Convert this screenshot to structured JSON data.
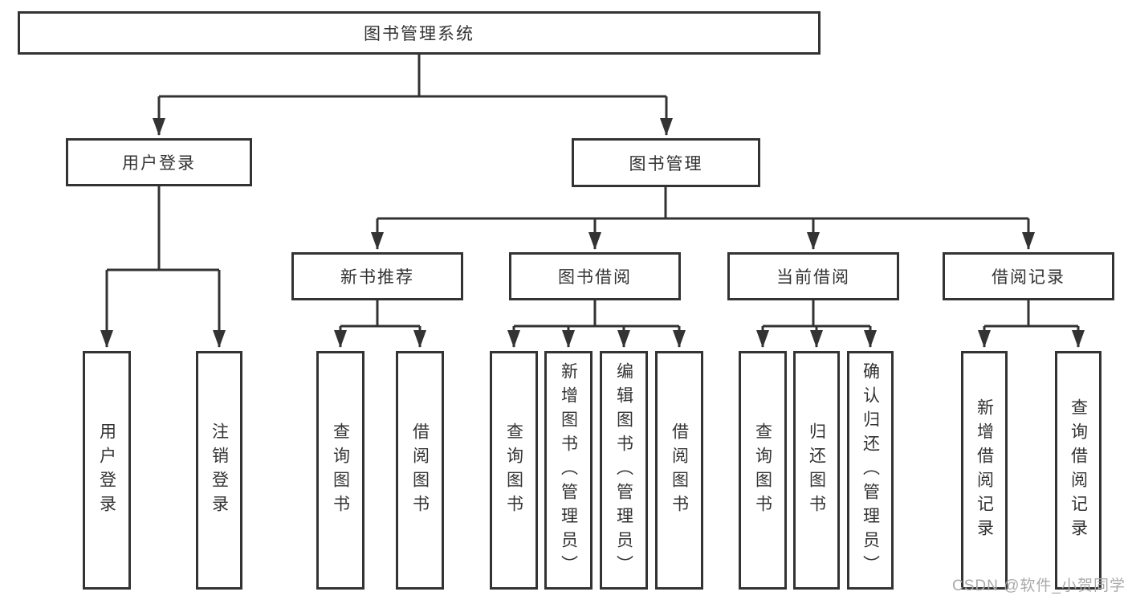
{
  "diagram": {
    "type": "tree",
    "tree": {
      "root": {
        "label": "图书管理系统"
      },
      "branches": [
        {
          "label": "用户登录",
          "children": [
            {
              "label": "用户登录"
            },
            {
              "label": "注销登录"
            }
          ]
        },
        {
          "label": "图书管理",
          "children": [
            {
              "label": "新书推荐",
              "children": [
                {
                  "label": "查询图书"
                },
                {
                  "label": "借阅图书"
                }
              ]
            },
            {
              "label": "图书借阅",
              "children": [
                {
                  "label": "查询图书"
                },
                {
                  "label": "新增图书（管理员）"
                },
                {
                  "label": "编辑图书（管理员）"
                },
                {
                  "label": "借阅图书"
                }
              ]
            },
            {
              "label": "当前借阅",
              "children": [
                {
                  "label": "查询图书"
                },
                {
                  "label": "归还图书"
                },
                {
                  "label": "确认归还（管理员）"
                }
              ]
            },
            {
              "label": "借阅记录",
              "children": [
                {
                  "label": "新增借阅记录"
                },
                {
                  "label": "查询借阅记录"
                }
              ]
            }
          ]
        }
      ]
    },
    "colors": {
      "line": "#333333",
      "box_border": "#333333",
      "text": "#333333",
      "watermark": "#aaaaaa",
      "background": "#ffffff"
    }
  },
  "watermark": "CSDN @软件_小贺同学"
}
